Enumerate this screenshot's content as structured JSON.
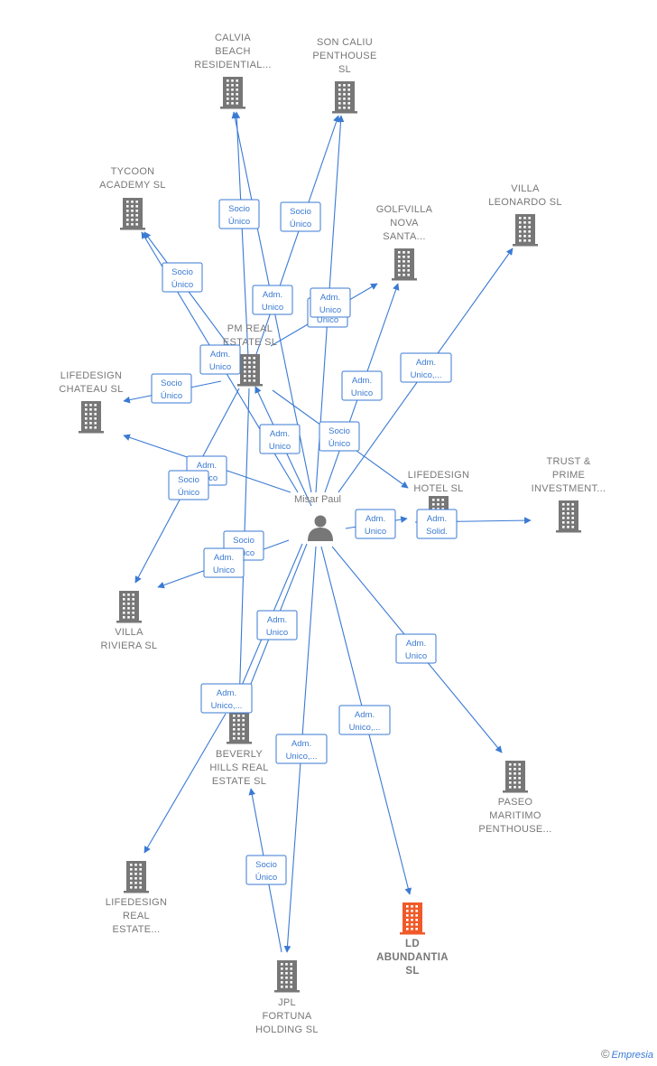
{
  "center": {
    "label": "Misar Paul"
  },
  "companies": [
    {
      "id": "calvia",
      "lines": [
        "CALVIA",
        "BEACH",
        "RESIDENTIAL..."
      ]
    },
    {
      "id": "soncaliu",
      "lines": [
        "SON CALIU",
        "PENTHOUSE",
        "SL"
      ]
    },
    {
      "id": "tycoon",
      "lines": [
        "TYCOON",
        "ACADEMY  SL"
      ]
    },
    {
      "id": "golfvilla",
      "lines": [
        "GOLFVILLA",
        "NOVA",
        "SANTA..."
      ]
    },
    {
      "id": "villaleo",
      "lines": [
        "VILLA",
        "LEONARDO  SL"
      ]
    },
    {
      "id": "pmreal",
      "lines": [
        "PM REAL",
        "ESTATE  SL"
      ]
    },
    {
      "id": "lifechateau",
      "lines": [
        "LIFEDESIGN",
        "CHATEAU  SL"
      ]
    },
    {
      "id": "lifehotel",
      "lines": [
        "LIFEDESIGN",
        "HOTEL  SL"
      ]
    },
    {
      "id": "trust",
      "lines": [
        "TRUST &",
        "PRIME",
        "INVESTMENT..."
      ]
    },
    {
      "id": "villariviera",
      "lines": [
        "VILLA",
        "RIVIERA  SL"
      ]
    },
    {
      "id": "beverly",
      "lines": [
        "BEVERLY",
        "HILLS REAL",
        "ESTATE  SL"
      ]
    },
    {
      "id": "paseo",
      "lines": [
        "PASEO",
        "MARITIMO",
        "PENTHOUSE..."
      ]
    },
    {
      "id": "lifereal",
      "lines": [
        "LIFEDESIGN",
        "REAL",
        "ESTATE..."
      ]
    },
    {
      "id": "ldabund",
      "lines": [
        "LD",
        "ABUNDANTIA",
        "SL"
      ],
      "highlight": true
    },
    {
      "id": "jpl",
      "lines": [
        "JPL",
        "FORTUNA",
        "HOLDING  SL"
      ]
    }
  ],
  "badges": [
    {
      "id": "b1",
      "lines": [
        "Socio",
        "Único"
      ]
    },
    {
      "id": "b2",
      "lines": [
        "Socio",
        "Único"
      ]
    },
    {
      "id": "b3",
      "lines": [
        "Socio",
        "Único"
      ]
    },
    {
      "id": "b4",
      "lines": [
        "Adm.",
        "Unico"
      ]
    },
    {
      "id": "b5",
      "lines": [
        "Adm.",
        "Unico"
      ]
    },
    {
      "id": "b6",
      "lines": [
        "Adm.",
        "Unico"
      ]
    },
    {
      "id": "b7",
      "lines": [
        "Adm.",
        "Unico"
      ]
    },
    {
      "id": "b8",
      "lines": [
        "Socio",
        "Único"
      ]
    },
    {
      "id": "b9",
      "lines": [
        "Adm.",
        "Unico,..."
      ]
    },
    {
      "id": "b10",
      "lines": [
        "Adm.",
        "Unico"
      ]
    },
    {
      "id": "b11",
      "lines": [
        "Adm.",
        "Unico"
      ]
    },
    {
      "id": "b12",
      "lines": [
        "Socio",
        "Único"
      ]
    },
    {
      "id": "b13",
      "lines": [
        "Adm.",
        "Unico"
      ]
    },
    {
      "id": "b14",
      "lines": [
        "Socio",
        "Único"
      ]
    },
    {
      "id": "b15",
      "lines": [
        "Adm.",
        "Unico"
      ]
    },
    {
      "id": "b16",
      "lines": [
        "Adm.",
        "Solid."
      ]
    },
    {
      "id": "b17",
      "lines": [
        "Socio",
        "Único"
      ]
    },
    {
      "id": "b18",
      "lines": [
        "Adm.",
        "Unico"
      ]
    },
    {
      "id": "b19",
      "lines": [
        "Adm.",
        "Unico"
      ]
    },
    {
      "id": "b20",
      "lines": [
        "Adm.",
        "Unico"
      ]
    },
    {
      "id": "b21",
      "lines": [
        "Adm.",
        "Unico,..."
      ]
    },
    {
      "id": "b22",
      "lines": [
        "Adm.",
        "Unico,..."
      ]
    },
    {
      "id": "b23",
      "lines": [
        "Adm.",
        "Unico,..."
      ]
    },
    {
      "id": "b24",
      "lines": [
        "Socio",
        "Único"
      ]
    }
  ],
  "colors": {
    "edge": "#3a7ad3",
    "building": "#777777",
    "highlight": "#f05a28"
  },
  "brand": {
    "symbol": "©",
    "name": "Empresia"
  }
}
